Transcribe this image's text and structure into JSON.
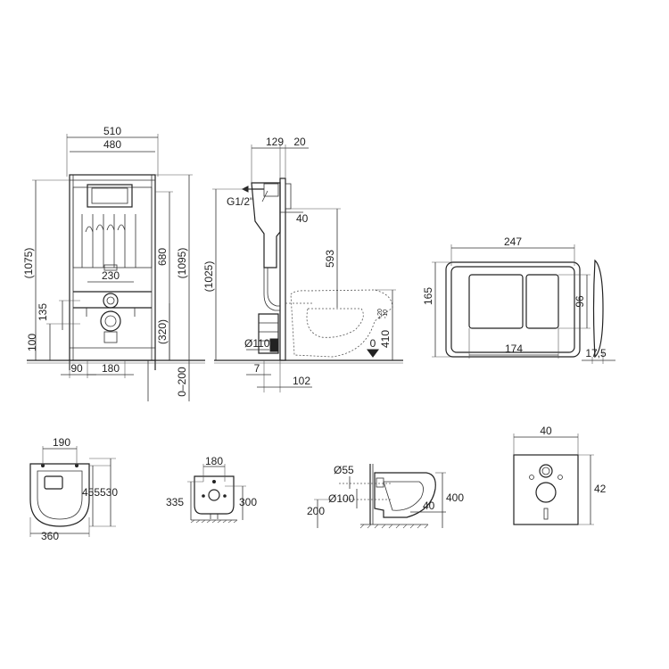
{
  "frame_front": {
    "width_outer": "510",
    "width_inner": "480",
    "height_total": "(1075)",
    "height_max": "(1095)",
    "flush_height": "680",
    "height_135": "135",
    "height_100": "100",
    "height_320": "(320)",
    "width_230": "230",
    "width_90": "90",
    "width_180": "180",
    "adjust": "0–200"
  },
  "frame_side": {
    "depth_129": "129",
    "depth_20": "20",
    "thread": "G1/2\"",
    "offset_40": "40",
    "height_1025": "(1025)",
    "height_593": "593",
    "height_410": "410",
    "tolerance_upper": "+20",
    "tolerance_lower": "-10",
    "pipe_diameter": "Ø110",
    "offset_7": "7",
    "offset_102": "102",
    "floor_mark": "0"
  },
  "flush_plate": {
    "width": "247",
    "height": "165",
    "button_height": "96",
    "inner_width": "174",
    "depth": "17,5"
  },
  "bowl_top": {
    "top_width": "190",
    "length_455": "455",
    "length_530": "530",
    "width": "360"
  },
  "bowl_front": {
    "top_width": "180",
    "height_335": "335",
    "height_300": "300"
  },
  "bowl_side": {
    "diameter_55": "Ø55",
    "diameter_100": "Ø100",
    "height_200": "200",
    "height_400": "400",
    "offset_40": "40"
  },
  "wall_plate": {
    "width": "40",
    "height": "42"
  }
}
